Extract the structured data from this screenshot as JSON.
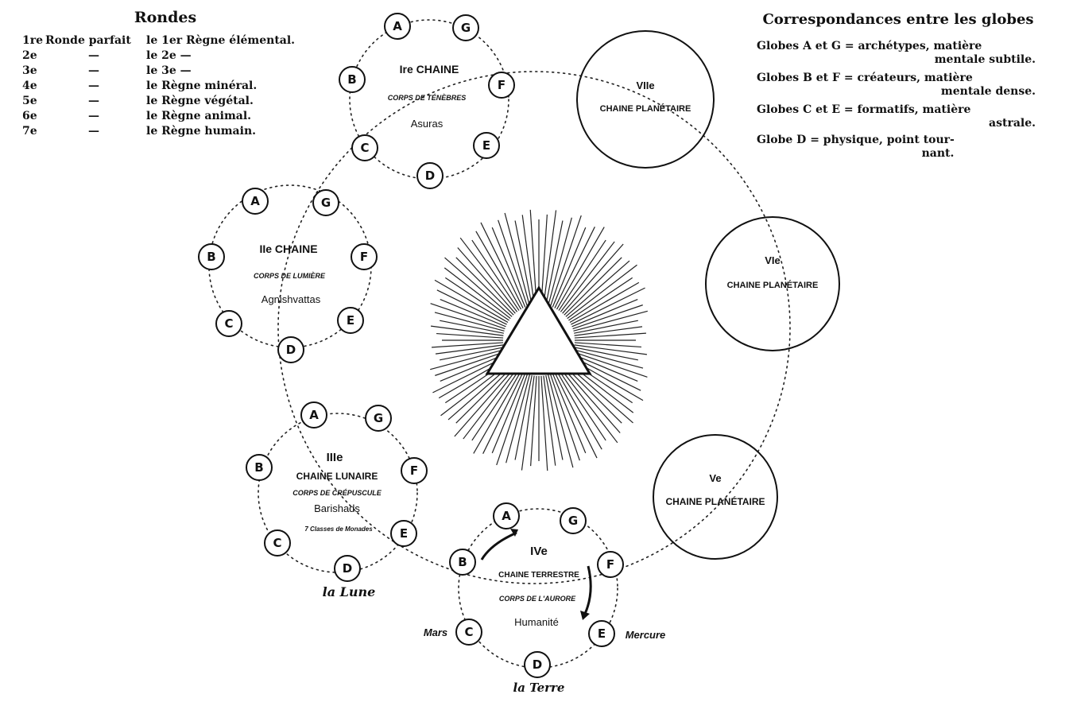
{
  "rondes": {
    "title": "Rondes",
    "rows": [
      {
        "num": "1re",
        "mid": "Ronde parfait",
        "text": "le 1er Règne élémental."
      },
      {
        "num": "2e",
        "mid": "—",
        "text": "le 2e      —"
      },
      {
        "num": "3e",
        "mid": "—",
        "text": "le 3e      —"
      },
      {
        "num": "4e",
        "mid": "—",
        "text": "le Règne minéral."
      },
      {
        "num": "5e",
        "mid": "—",
        "text": "le Règne végétal."
      },
      {
        "num": "6e",
        "mid": "—",
        "text": "le Règne animal."
      },
      {
        "num": "7e",
        "mid": "—",
        "text": "le Règne humain."
      }
    ]
  },
  "correspondances": {
    "title": "Correspondances entre les globes",
    "lines": [
      "Globes A et G = archétypes, matière",
      "mentale subtile.",
      "Globes B et F = créateurs, matière",
      "mentale dense.",
      "Globes C et E = formatifs, matière",
      "astrale.",
      "Globe  D        = physique, point tour-",
      "nant."
    ]
  },
  "chains": [
    {
      "id": "1",
      "label1": "Ire CHAINE",
      "label2": "",
      "subtitle": "CORPS DE TÉNÈBRES",
      "beings": "Asuras",
      "extra": ""
    },
    {
      "id": "2",
      "label1": "IIe CHAINE",
      "label2": "",
      "subtitle": "CORPS DE LUMIÈRE",
      "beings": "Agnishvattas",
      "extra": ""
    },
    {
      "id": "3",
      "label1": "IIIe",
      "label2": "CHAINE LUNAIRE",
      "subtitle": "CORPS DE CRÉPUSCULE",
      "beings": "Barishads",
      "extra": "7 Classes de Monades"
    },
    {
      "id": "4",
      "label1": "IVe",
      "label2": "CHAINE TERRESTRE",
      "subtitle": "CORPS DE L'AURORE",
      "beings": "Humanité",
      "extra": ""
    }
  ],
  "planetary": [
    {
      "id": "7",
      "num": "VIIe",
      "label": "CHAINE PLANÉTAIRE"
    },
    {
      "id": "6",
      "num": "VIe",
      "label": "CHAINE PLANÉTAIRE"
    },
    {
      "id": "5",
      "num": "Ve",
      "label": "CHAINE PLANÉTAIRE"
    }
  ],
  "globe_letters": [
    "A",
    "G",
    "B",
    "F",
    "C",
    "E",
    "D"
  ],
  "planet_labels": {
    "moon": "la Lune",
    "mars": "Mars",
    "mercury": "Mercure",
    "earth": "la Terre"
  }
}
